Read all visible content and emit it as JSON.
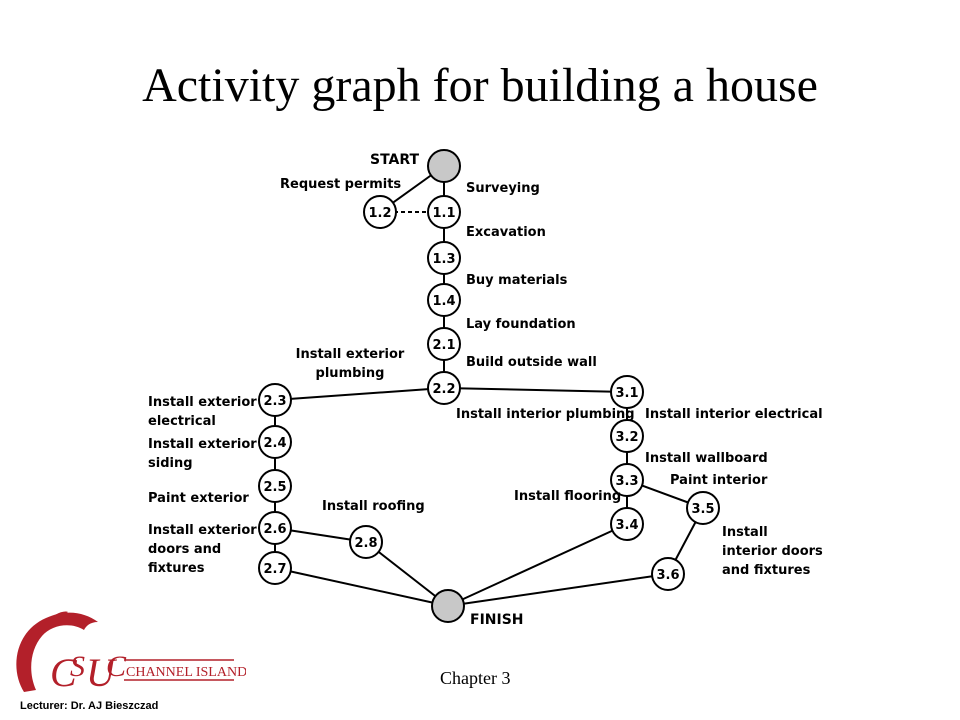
{
  "title": "Activity graph for building a house",
  "footer": {
    "chapter": "Chapter 3",
    "lecturer": "Lecturer: Dr. AJ Bieszczad",
    "logo_text": "CHANNEL ISLANDS",
    "logo_monogram": "CSUCI"
  },
  "colors": {
    "terminal_fill": "#c8c8c8",
    "node_fill": "#ffffff",
    "stroke": "#000000",
    "logo_red": "#b3202a"
  },
  "nodes": [
    {
      "id": "start",
      "label": "",
      "terminal": true
    },
    {
      "id": "1.1",
      "label": "1.1"
    },
    {
      "id": "1.2",
      "label": "1.2"
    },
    {
      "id": "1.3",
      "label": "1.3"
    },
    {
      "id": "1.4",
      "label": "1.4"
    },
    {
      "id": "2.1",
      "label": "2.1"
    },
    {
      "id": "2.2",
      "label": "2.2"
    },
    {
      "id": "2.3",
      "label": "2.3"
    },
    {
      "id": "2.4",
      "label": "2.4"
    },
    {
      "id": "2.5",
      "label": "2.5"
    },
    {
      "id": "2.6",
      "label": "2.6"
    },
    {
      "id": "2.7",
      "label": "2.7"
    },
    {
      "id": "2.8",
      "label": "2.8"
    },
    {
      "id": "3.1",
      "label": "3.1"
    },
    {
      "id": "3.2",
      "label": "3.2"
    },
    {
      "id": "3.3",
      "label": "3.3"
    },
    {
      "id": "3.4",
      "label": "3.4"
    },
    {
      "id": "3.5",
      "label": "3.5"
    },
    {
      "id": "3.6",
      "label": "3.6"
    },
    {
      "id": "finish",
      "label": "",
      "terminal": true
    }
  ],
  "edges": [
    {
      "from": "start",
      "to": "1.1"
    },
    {
      "from": "start",
      "to": "1.2"
    },
    {
      "from": "1.2",
      "to": "1.1",
      "dashed": true
    },
    {
      "from": "1.1",
      "to": "1.3"
    },
    {
      "from": "1.3",
      "to": "1.4"
    },
    {
      "from": "1.4",
      "to": "2.1"
    },
    {
      "from": "2.1",
      "to": "2.2"
    },
    {
      "from": "2.2",
      "to": "2.3"
    },
    {
      "from": "2.2",
      "to": "3.1"
    },
    {
      "from": "2.3",
      "to": "2.4"
    },
    {
      "from": "2.4",
      "to": "2.5"
    },
    {
      "from": "2.5",
      "to": "2.6"
    },
    {
      "from": "2.6",
      "to": "2.7"
    },
    {
      "from": "2.6",
      "to": "2.8"
    },
    {
      "from": "2.8",
      "to": "finish"
    },
    {
      "from": "2.7",
      "to": "finish"
    },
    {
      "from": "3.1",
      "to": "3.2"
    },
    {
      "from": "3.2",
      "to": "3.3"
    },
    {
      "from": "3.3",
      "to": "3.4"
    },
    {
      "from": "3.3",
      "to": "3.5"
    },
    {
      "from": "3.5",
      "to": "3.6"
    },
    {
      "from": "3.4",
      "to": "finish"
    },
    {
      "from": "3.6",
      "to": "finish"
    }
  ],
  "labels": [
    {
      "id": "start",
      "lines": [
        "START"
      ]
    },
    {
      "id": "finish",
      "lines": [
        "FINISH"
      ]
    },
    {
      "id": "request-permits",
      "lines": [
        "Request permits"
      ]
    },
    {
      "id": "surveying",
      "lines": [
        "Surveying"
      ]
    },
    {
      "id": "excavation",
      "lines": [
        "Excavation"
      ]
    },
    {
      "id": "buy-materials",
      "lines": [
        "Buy materials"
      ]
    },
    {
      "id": "lay-foundation",
      "lines": [
        "Lay foundation"
      ]
    },
    {
      "id": "build-outside-wall",
      "lines": [
        "Build outside wall"
      ]
    },
    {
      "id": "install-exterior-plumbing",
      "lines": [
        "Install exterior",
        "plumbing"
      ]
    },
    {
      "id": "install-exterior-electrical",
      "lines": [
        "Install exterior",
        "electrical"
      ]
    },
    {
      "id": "install-exterior-siding",
      "lines": [
        "Install exterior",
        "siding"
      ]
    },
    {
      "id": "paint-exterior",
      "lines": [
        "Paint exterior"
      ]
    },
    {
      "id": "install-exterior-doors",
      "lines": [
        "Install exterior",
        "doors and",
        "fixtures"
      ]
    },
    {
      "id": "install-roofing",
      "lines": [
        "Install roofing"
      ]
    },
    {
      "id": "install-interior-plumbing",
      "lines": [
        "Install interior plumbing"
      ]
    },
    {
      "id": "install-interior-electrical",
      "lines": [
        "Install interior electrical"
      ]
    },
    {
      "id": "install-wallboard",
      "lines": [
        "Install wallboard"
      ]
    },
    {
      "id": "paint-interior",
      "lines": [
        "Paint interior"
      ]
    },
    {
      "id": "install-flooring",
      "lines": [
        "Install flooring"
      ]
    },
    {
      "id": "install-interior-doors",
      "lines": [
        "Install",
        "interior doors",
        "and fixtures"
      ]
    }
  ]
}
